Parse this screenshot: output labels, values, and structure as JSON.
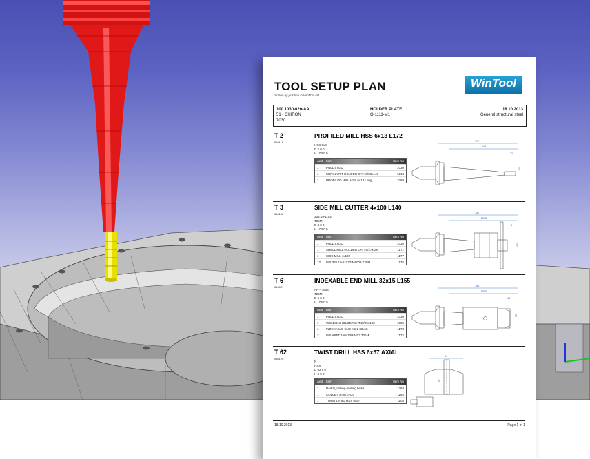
{
  "document": {
    "title": "TOOL SETUP PLAN",
    "subtitle": "Sorted by position in WinTool list",
    "logo": "WinTool",
    "header": {
      "code": "100 1030-020-AA",
      "machine": "51 - CHIRON",
      "number": "7030",
      "part": "HOLDER PLATE",
      "part_code": "O-1111-M1",
      "date": "18.10.2013",
      "material": "General structural steel"
    },
    "list_columns": {
      "amount": "Amt.",
      "item": "Item",
      "item_no": "Item No"
    },
    "tools": [
      {
        "number": "T 2",
        "code": "010119",
        "name": "PROFILED MILL HSS 6x13 L172",
        "info": [
          "HSS Co8",
          "D  2        0        0",
          "H  103       0        0"
        ],
        "items": [
          {
            "amt": "1",
            "item": "PULL STUD",
            "no": "1030"
          },
          {
            "amt": "1",
            "item": "SHRINK FIT HOLDER CAT40/06x140",
            "no": "1218"
          },
          {
            "amt": "1",
            "item": "PROFILED MILL HSS 6x13 Long",
            "no": "1089"
          }
        ],
        "dims": [
          "172",
          "143",
          "32",
          "13"
        ]
      },
      {
        "number": "T 3",
        "code": "010102",
        "name": "SIDE MILL CUTTER 4x100 L140",
        "info": [
          "335.19-1102",
          "T25M",
          "D  3        0        0",
          "H  103       0        0"
        ],
        "items": [
          {
            "amt": "1",
            "item": "PULL STUD",
            "no": "1030"
          },
          {
            "amt": "1",
            "item": "SHELL MILL HOLDER CAT40/27x100",
            "no": "1171"
          },
          {
            "amt": "1",
            "item": "SIDE MILL 4x100",
            "no": "1177"
          },
          {
            "amt": "12",
            "item": "INS 335.19-1102T-M6009 T25M",
            "no": "1176"
          }
        ],
        "dims": [
          "140",
          "120.8",
          "4",
          "100"
        ]
      },
      {
        "number": "T 6",
        "code": "016097",
        "name": "INDEXABLE END MILL 32x15 L155",
        "info": [
          "AP** 1604",
          "T25M",
          "D  6        0        0",
          "H  106       0        0"
        ],
        "items": [
          {
            "amt": "1",
            "item": "PULL STUD",
            "no": "1030"
          },
          {
            "amt": "1",
            "item": "WELDON HOLDER CAT40/25x100",
            "no": "1080"
          },
          {
            "amt": "1",
            "item": "INDEXABLE END MILL 32x15",
            "no": "1178"
          },
          {
            "amt": "3",
            "item": "INS APFT 160430R-M13 T25M",
            "no": "1172"
          }
        ],
        "dims": [
          "155",
          "135.9",
          "44",
          "15"
        ]
      },
      {
        "number": "T 62",
        "code": "036125",
        "name": "TWIST DRILL HSS  6x57 AXIAL",
        "info": [
          "N",
          "HSS",
          "D  62       0        0",
          "H  0        0        0"
        ],
        "items": [
          {
            "amt": "1",
            "item": "Radial_drilling- milling head",
            "no": "1284"
          },
          {
            "amt": "1",
            "item": "COLLET 7mm ER20",
            "no": "1163"
          },
          {
            "amt": "1",
            "item": "TWIST DRILL HSS 6x57",
            "no": "1103"
          }
        ],
        "dims": [
          "44",
          "57"
        ]
      }
    ],
    "footer": {
      "date": "18.10.2013",
      "page": "Page 1 of 1"
    }
  },
  "colors": {
    "tool_red": "#e01818",
    "drill_yellow": "#e8e000",
    "workpiece_gray": "#c8c8c8",
    "logo_blue": "#1388c4"
  }
}
